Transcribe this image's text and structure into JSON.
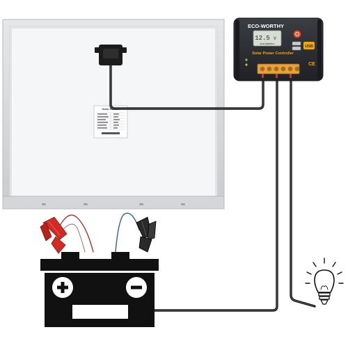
{
  "controller": {
    "brand": "ECO-WORTHY",
    "title": "Solar Power Controller",
    "display_reading": "12.5",
    "display_unit": "V",
    "display_sub": "ECO-WORTHY",
    "usb_label": "USB",
    "ce_mark": "CE"
  },
  "panel": {
    "label_title": "Solar Module"
  },
  "battery": {
    "plus_symbol": "+",
    "minus_symbol": "−"
  },
  "colors": {
    "controller_body": "#2b2d31",
    "panel_frame": "#d9dadc",
    "panel_cell": "#f4f5f6",
    "terminal_block": "#e8a23a",
    "clamp_red": "#d42a24",
    "clamp_black": "#2a2a2a",
    "wire_red": "#c0392b",
    "wire_blue": "#2f5f8f",
    "battery": "#111111",
    "usb_badge": "#f2a900",
    "power_button": "#e0522a"
  },
  "icons": [
    "junction-box-icon",
    "lightbulb-icon",
    "plus-icon",
    "minus-icon",
    "usb-port-icon",
    "power-button-icon",
    "ce-mark-icon"
  ]
}
